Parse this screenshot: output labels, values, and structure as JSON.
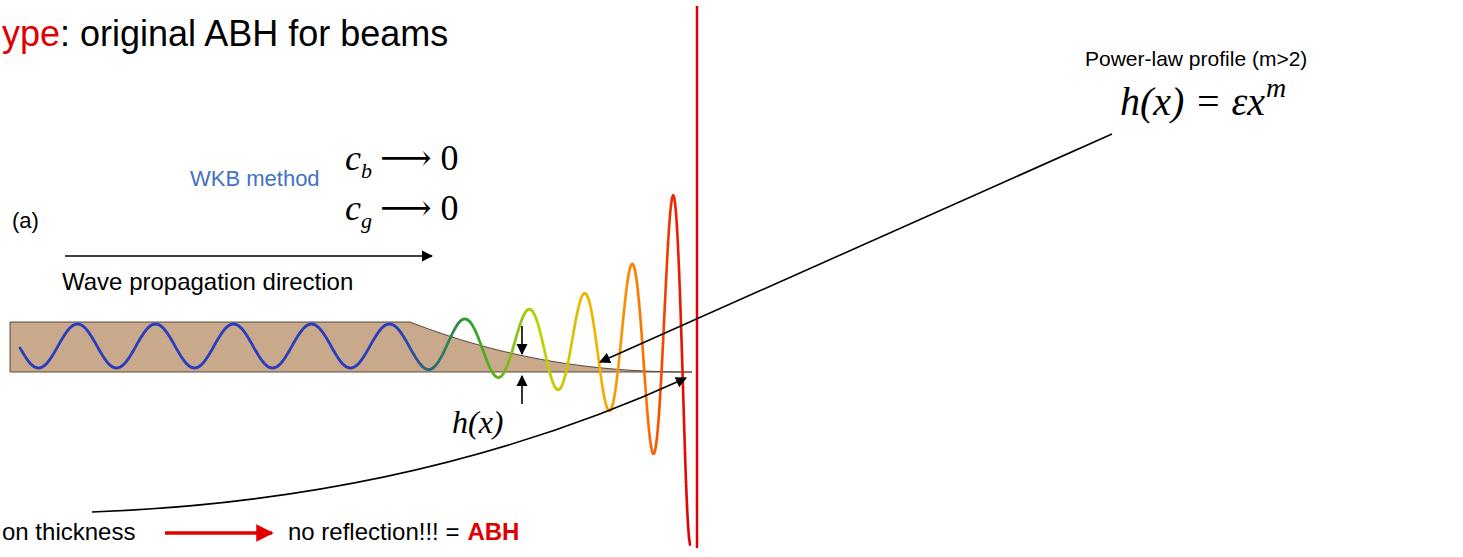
{
  "diagram": {
    "labels": [
      "ype",
      ": original ABH for beams",
      "Power-law profile (m>2)",
      "h(x) = εx",
      "m",
      "WKB method",
      "c",
      "b",
      "⟶ 0",
      "c",
      "g",
      "⟶ 0",
      "(a)",
      "Wave propagation direction",
      "h(x)",
      "on thickness",
      "no reflection!!! =",
      "ABH"
    ]
  }
}
